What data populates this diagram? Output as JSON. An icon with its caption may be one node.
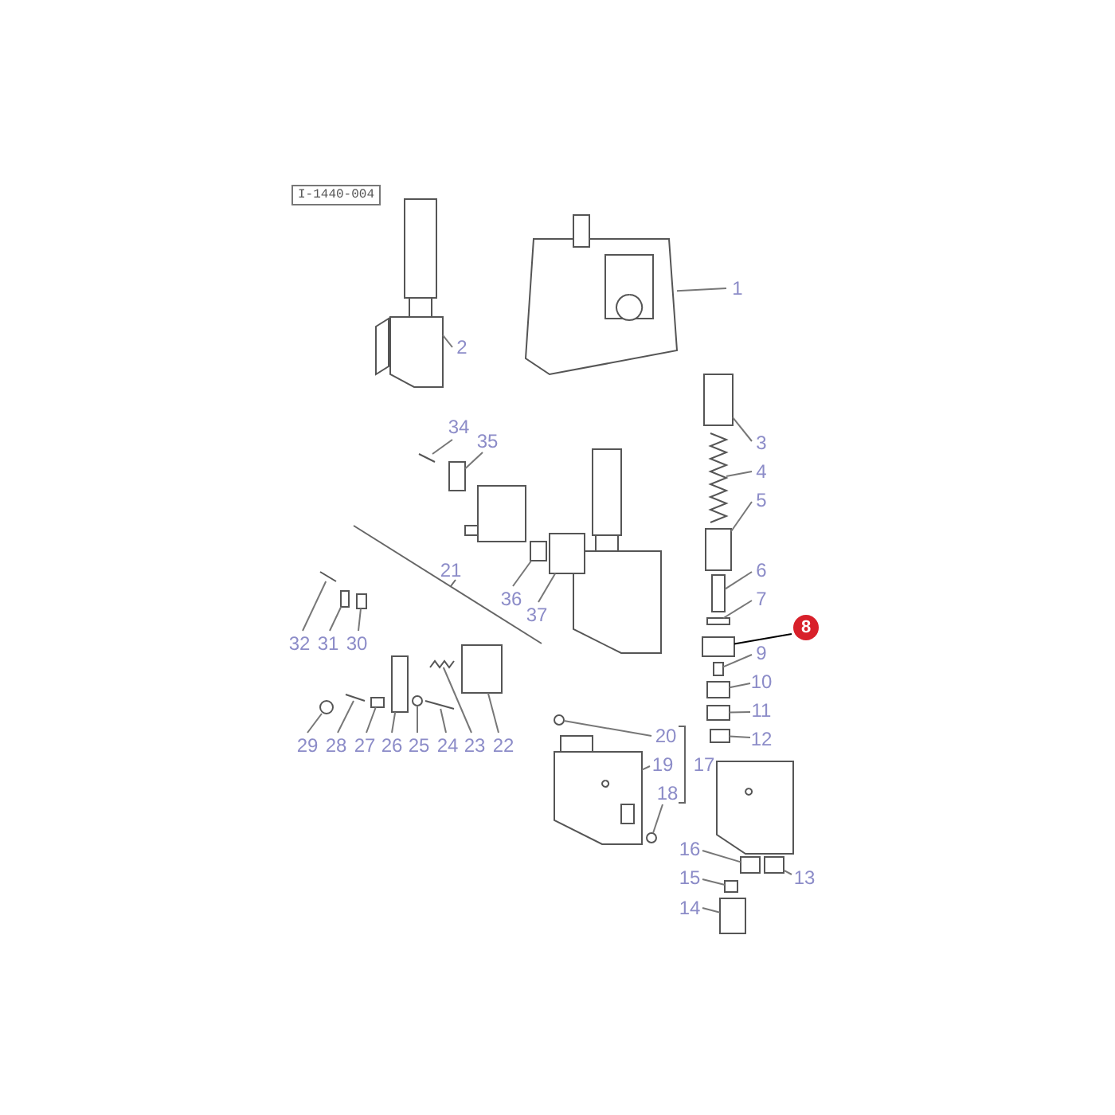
{
  "diagram": {
    "nodes": [
      {
        "text": [
          "1"
        ]
      },
      {
        "text": [
          "2"
        ]
      },
      {
        "text": [
          "3"
        ]
      },
      {
        "text": [
          "4"
        ]
      },
      {
        "text": [
          "5"
        ]
      },
      {
        "text": [
          "6"
        ]
      },
      {
        "text": [
          "7"
        ]
      },
      {
        "text": [
          "8"
        ]
      },
      {
        "text": [
          "9"
        ]
      },
      {
        "text": [
          "10"
        ]
      },
      {
        "text": [
          "11"
        ]
      },
      {
        "text": [
          "12"
        ]
      },
      {
        "text": [
          "13"
        ]
      },
      {
        "text": [
          "14"
        ]
      },
      {
        "text": [
          "15"
        ]
      },
      {
        "text": [
          "16"
        ]
      },
      {
        "text": [
          "18"
        ]
      },
      {
        "text": [
          "19"
        ]
      },
      {
        "text": [
          "20"
        ]
      },
      {
        "text": [
          "22"
        ]
      },
      {
        "text": [
          "23"
        ]
      },
      {
        "text": [
          "24"
        ]
      },
      {
        "text": [
          "25"
        ]
      },
      {
        "text": [
          "26"
        ]
      },
      {
        "text": [
          "27"
        ]
      },
      {
        "text": [
          "28"
        ]
      },
      {
        "text": [
          "29"
        ]
      },
      {
        "text": [
          "30"
        ]
      },
      {
        "text": [
          "31"
        ]
      },
      {
        "text": [
          "32"
        ]
      },
      {
        "text": [
          "34"
        ]
      },
      {
        "text": [
          "35"
        ]
      },
      {
        "text": [
          "36"
        ]
      },
      {
        "text": [
          "37"
        ]
      },
      {
        "text": [],
        "shape": "picture"
      },
      {
        "text": [],
        "shape": "picture"
      },
      {
        "text": [],
        "shape": "box"
      },
      {
        "text": [],
        "shape": "picture"
      },
      {
        "text": [],
        "shape": "box"
      },
      {
        "text": [],
        "shape": "box"
      },
      {
        "text": [],
        "shape": "box"
      },
      {
        "text": [],
        "shape": "box"
      },
      {
        "text": [],
        "shape": "box"
      },
      {
        "text": [],
        "shape": "box"
      },
      {
        "text": [],
        "shape": "box"
      },
      {
        "text": [],
        "shape": "box"
      },
      {
        "text": [],
        "shape": "box"
      },
      {
        "text": [],
        "shape": "box"
      },
      {
        "text": [],
        "shape": "box"
      },
      {
        "text": [],
        "shape": "box"
      },
      {
        "text": [],
        "shape": "circle"
      },
      {
        "text": [],
        "shape": "picture"
      },
      {
        "text": [],
        "shape": "circle"
      },
      {
        "text": [],
        "shape": "box"
      },
      {
        "text": [],
        "shape": "picture"
      },
      {
        "text": [],
        "shape": "picture"
      },
      {
        "text": [],
        "shape": "circle"
      },
      {
        "text": [],
        "shape": "box"
      },
      {
        "text": [],
        "shape": "box"
      },
      {
        "text": [],
        "shape": "picture"
      },
      {
        "text": [],
        "shape": "circle"
      },
      {
        "text": [],
        "shape": "box"
      },
      {
        "text": [],
        "shape": "box"
      },
      {
        "text": [],
        "shape": "picture"
      },
      {
        "text": [],
        "shape": "picture"
      },
      {
        "text": [],
        "shape": "box"
      },
      {
        "text": [],
        "shape": "box"
      },
      {
        "text": [],
        "shape": "box"
      }
    ],
    "edges": [
      {
        "from": 0,
        "to": 34,
        "arrow": "none"
      },
      {
        "from": 1,
        "to": 35,
        "arrow": "none"
      },
      {
        "from": 2,
        "to": 36,
        "arrow": "none"
      },
      {
        "from": 3,
        "to": 37,
        "arrow": "none"
      },
      {
        "from": 4,
        "to": 38,
        "arrow": "none"
      },
      {
        "from": 5,
        "to": 39,
        "arrow": "none"
      },
      {
        "from": 6,
        "to": 40,
        "arrow": "none"
      },
      {
        "from": 7,
        "to": 41,
        "arrow": "none",
        "color": "#000000"
      },
      {
        "from": 8,
        "to": 42,
        "arrow": "none"
      },
      {
        "from": 9,
        "to": 43,
        "arrow": "none"
      },
      {
        "from": 10,
        "to": 44,
        "arrow": "none"
      },
      {
        "from": 11,
        "to": 45,
        "arrow": "none"
      },
      {
        "from": 12,
        "to": 46,
        "arrow": "none"
      },
      {
        "from": 13,
        "to": 47,
        "arrow": "none"
      },
      {
        "from": 14,
        "to": 48,
        "arrow": "none"
      },
      {
        "from": 15,
        "to": 49,
        "arrow": "none"
      },
      {
        "from": 16,
        "to": 50,
        "arrow": "none"
      },
      {
        "from": 17,
        "to": 51,
        "arrow": "none"
      },
      {
        "from": 18,
        "to": 52,
        "arrow": "none"
      },
      {
        "from": 19,
        "to": 53,
        "arrow": "none"
      },
      {
        "from": 20,
        "to": 54,
        "arrow": "none"
      },
      {
        "from": 21,
        "to": 55,
        "arrow": "none"
      },
      {
        "from": 22,
        "to": 56,
        "arrow": "none"
      },
      {
        "from": 23,
        "to": 57,
        "arrow": "none"
      },
      {
        "from": 24,
        "to": 58,
        "arrow": "none"
      },
      {
        "from": 25,
        "to": 59,
        "arrow": "none"
      },
      {
        "from": 26,
        "to": 60,
        "arrow": "none"
      },
      {
        "from": 27,
        "to": 61,
        "arrow": "none"
      },
      {
        "from": 28,
        "to": 62,
        "arrow": "none"
      },
      {
        "from": 29,
        "to": 63,
        "arrow": "none"
      },
      {
        "from": 30,
        "to": 64,
        "arrow": "none"
      },
      {
        "from": 31,
        "to": 65,
        "arrow": "none"
      },
      {
        "from": 32,
        "to": 66,
        "arrow": "none"
      },
      {
        "from": 33,
        "to": 67,
        "arrow": "none"
      }
    ],
    "labels": [
      "I-1440-004",
      "17",
      "21"
    ]
  }
}
